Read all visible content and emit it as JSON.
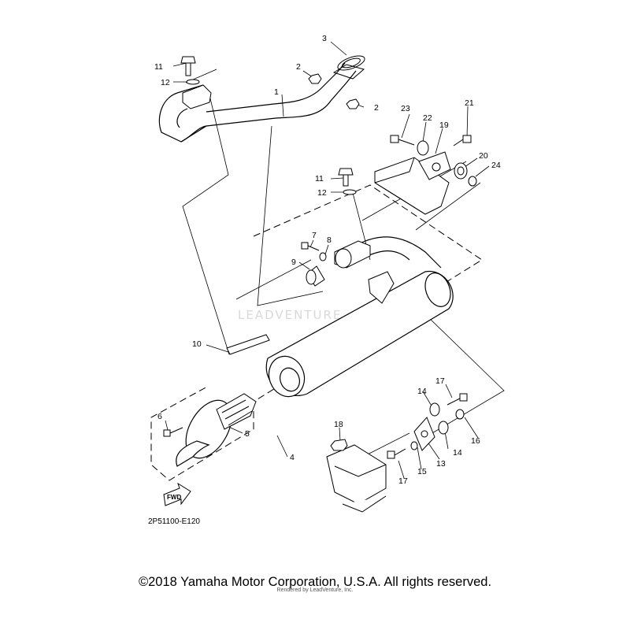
{
  "diagram": {
    "callouts": {
      "c1": "1",
      "c2a": "2",
      "c2b": "2",
      "c3": "3",
      "c4": "4",
      "c5": "5",
      "c6": "6",
      "c7": "7",
      "c8": "8",
      "c9": "9",
      "c10": "10",
      "c11a": "11",
      "c11b": "11",
      "c12a": "12",
      "c12b": "12",
      "c13": "13",
      "c14a": "14",
      "c14b": "14",
      "c15": "15",
      "c16": "16",
      "c17a": "17",
      "c17b": "17",
      "c18": "18",
      "c19": "19",
      "c20": "20",
      "c21": "21",
      "c22": "22",
      "c23": "23",
      "c24": "24"
    },
    "drawing_code": "2P51100-E120",
    "fwd_label": "FWD",
    "watermark": "LEADVENTURE"
  },
  "footer": {
    "copyright": "©2018 Yamaha Motor Corporation, U.S.A. All rights reserved.",
    "rendered_by": "Rendered by LeadVenture, Inc."
  }
}
